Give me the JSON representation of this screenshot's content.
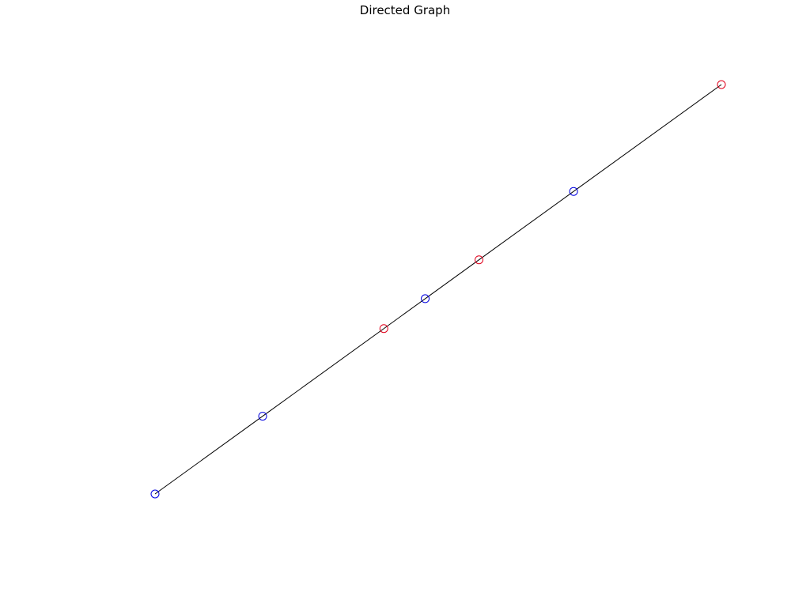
{
  "title": "Directed Graph",
  "colors": {
    "edge": "#000000",
    "node_red": "#e0001b",
    "node_blue": "#0000e0"
  },
  "graph": {
    "nodes": [
      {
        "id": "n1",
        "color": "blue",
        "u": 0.0
      },
      {
        "id": "n2",
        "color": "blue",
        "u": 0.19
      },
      {
        "id": "n3",
        "color": "red",
        "u": 0.404
      },
      {
        "id": "n4",
        "color": "blue",
        "u": 0.477
      },
      {
        "id": "n5",
        "color": "red",
        "u": 0.572
      },
      {
        "id": "n6",
        "color": "blue",
        "u": 0.739
      },
      {
        "id": "n7",
        "color": "red",
        "u": 1.0
      }
    ],
    "edges": [
      {
        "from": "n1",
        "to": "n2"
      },
      {
        "from": "n2",
        "to": "n3"
      },
      {
        "from": "n3",
        "to": "n4"
      },
      {
        "from": "n4",
        "to": "n5"
      },
      {
        "from": "n5",
        "to": "n6"
      },
      {
        "from": "n6",
        "to": "n7"
      }
    ]
  }
}
